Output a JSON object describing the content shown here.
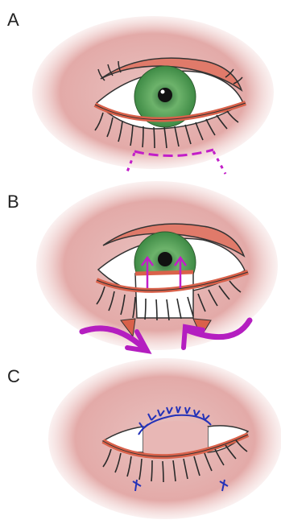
{
  "panels": [
    {
      "label": "A",
      "description_icon": "eye-open-with-incision-marks-icon"
    },
    {
      "label": "B",
      "description_icon": "eye-lower-lid-flap-advancement-icon"
    },
    {
      "label": "C",
      "description_icon": "eye-closed-sutured-icon"
    }
  ],
  "colors": {
    "skin": "#e8b7b5",
    "skin_dark": "#d99592",
    "lid_margin": "#d9614a",
    "iris": "#5aa05a",
    "marking": "#c21ec8",
    "arrow": "#b41ec0",
    "suture": "#2432b8",
    "lash": "#2a2a2a"
  }
}
